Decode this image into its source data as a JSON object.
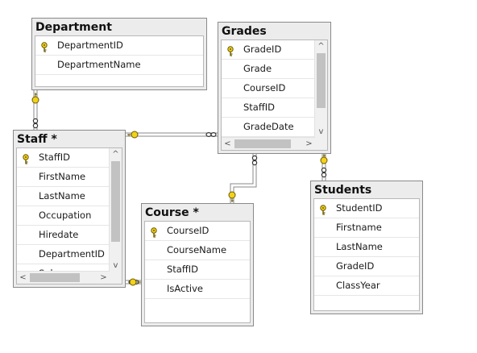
{
  "tables": {
    "department": {
      "title": "Department",
      "columns": [
        "DepartmentID",
        "DepartmentName"
      ]
    },
    "grades": {
      "title": "Grades",
      "columns": [
        "GradeID",
        "Grade",
        "CourseID",
        "StaffID",
        "GradeDate"
      ]
    },
    "staff": {
      "title": "Staff *",
      "columns": [
        "StaffID",
        "FirstName",
        "LastName",
        "Occupation",
        "Hiredate",
        "DepartmentID",
        "Salary"
      ]
    },
    "course": {
      "title": "Course *",
      "columns": [
        "CourseID",
        "CourseName",
        "StaffID",
        "IsActive"
      ]
    },
    "students": {
      "title": "Students",
      "columns": [
        "StudentID",
        "Firstname",
        "LastName",
        "GradeID",
        "ClassYear"
      ]
    }
  },
  "scroll_arrows": {
    "up": "^",
    "down": "v",
    "left": "<",
    "right": ">"
  },
  "colors": {
    "key_fill": "#f2d21b",
    "key_stroke": "#6b5a00",
    "connector": "#8a8a8a",
    "background": "#ffffff"
  }
}
